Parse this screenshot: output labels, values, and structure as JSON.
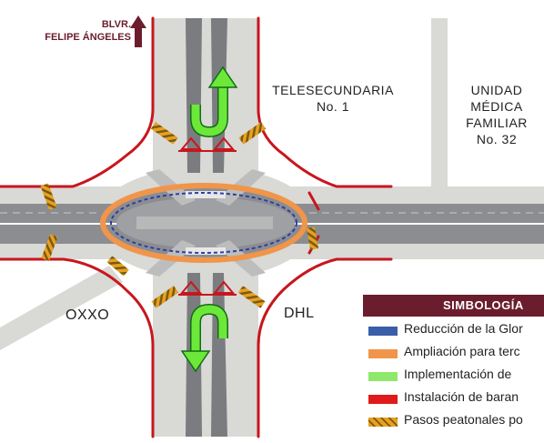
{
  "boulevard": {
    "line1": "BLVR.",
    "line2": "FELIPE ÁNGELES"
  },
  "places": {
    "telesecundaria": "TELESECUNDARIA\nNo. 1",
    "umf": "UNIDAD\nMÉDICA\nFAMILIAR\nNo. 32",
    "oxxo": "OXXO",
    "dhl": "DHL"
  },
  "legend": {
    "title": "SIMBOLOGÍA",
    "items": [
      {
        "label": "Reducción de la Glor",
        "color": "#3a5fa8",
        "swatch": "line"
      },
      {
        "label": "Ampliación para terc",
        "color": "#f0954a",
        "swatch": "line"
      },
      {
        "label": "Implementación de",
        "color": "#8de86b",
        "swatch": "line"
      },
      {
        "label": "Instalación de baran",
        "color": "#e01a1a",
        "swatch": "line"
      },
      {
        "label": "Pasos peatonales po",
        "color": "#e8a020",
        "swatch": "hatch"
      }
    ]
  },
  "colors": {
    "road": "#8c8d90",
    "sidewalk": "#d9d9d6",
    "railing": "#c8161d",
    "expansion": "#f0954a",
    "reduction": "#2a3fa8",
    "uturn_arrow": "#6de83a",
    "brand": "#6b1d2e"
  }
}
